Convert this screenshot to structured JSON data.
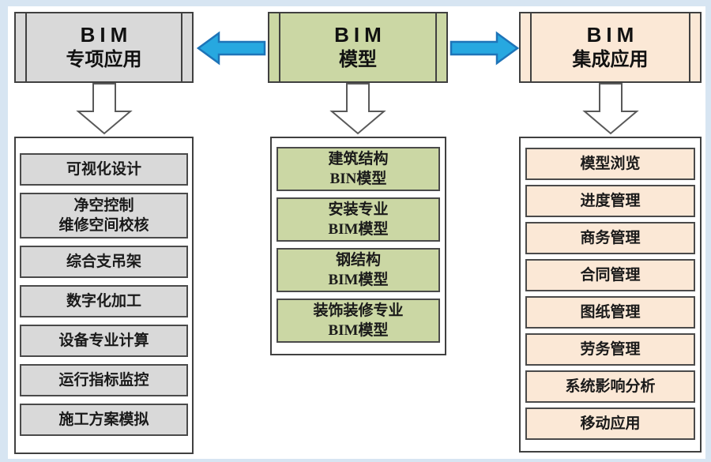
{
  "page": {
    "background_color": "#d7e5f2",
    "panel_color": "#ffffff",
    "border_color": "#404040"
  },
  "arrows": {
    "blue_fill": "#27a8e0",
    "blue_stroke": "#1e74b8",
    "down_fill": "#ffffff",
    "down_stroke": "#595959"
  },
  "columns": [
    {
      "id": "bim-special-applications",
      "header": {
        "line1": "BIM",
        "line2": "专项应用",
        "fill": "#d9d9d9"
      },
      "items": [
        {
          "lines": [
            "可视化设计"
          ]
        },
        {
          "lines": [
            "净空控制",
            "维修空间校核"
          ]
        },
        {
          "lines": [
            "综合支吊架"
          ]
        },
        {
          "lines": [
            "数字化加工"
          ]
        },
        {
          "lines": [
            "设备专业计算"
          ]
        },
        {
          "lines": [
            "运行指标监控"
          ]
        },
        {
          "lines": [
            "施工方案模拟"
          ]
        }
      ]
    },
    {
      "id": "bim-model",
      "header": {
        "line1": "BIM",
        "line2": "模型",
        "fill": "#cbd7a4"
      },
      "items": [
        {
          "lines": [
            "建筑结构",
            "BIN模型"
          ]
        },
        {
          "lines": [
            "安装专业",
            "BIM模型"
          ]
        },
        {
          "lines": [
            "钢结构",
            "BIM模型"
          ]
        },
        {
          "lines": [
            "装饰装修专业",
            "BIM模型"
          ]
        }
      ]
    },
    {
      "id": "bim-integrated-applications",
      "header": {
        "line1": "BIM",
        "line2": "集成应用",
        "fill": "#fbe8d6"
      },
      "items": [
        {
          "lines": [
            "模型浏览"
          ]
        },
        {
          "lines": [
            "进度管理"
          ]
        },
        {
          "lines": [
            "商务管理"
          ]
        },
        {
          "lines": [
            "合同管理"
          ]
        },
        {
          "lines": [
            "图纸管理"
          ]
        },
        {
          "lines": [
            "劳务管理"
          ]
        },
        {
          "lines": [
            "系统影响分析"
          ]
        },
        {
          "lines": [
            "移动应用"
          ]
        }
      ]
    }
  ]
}
